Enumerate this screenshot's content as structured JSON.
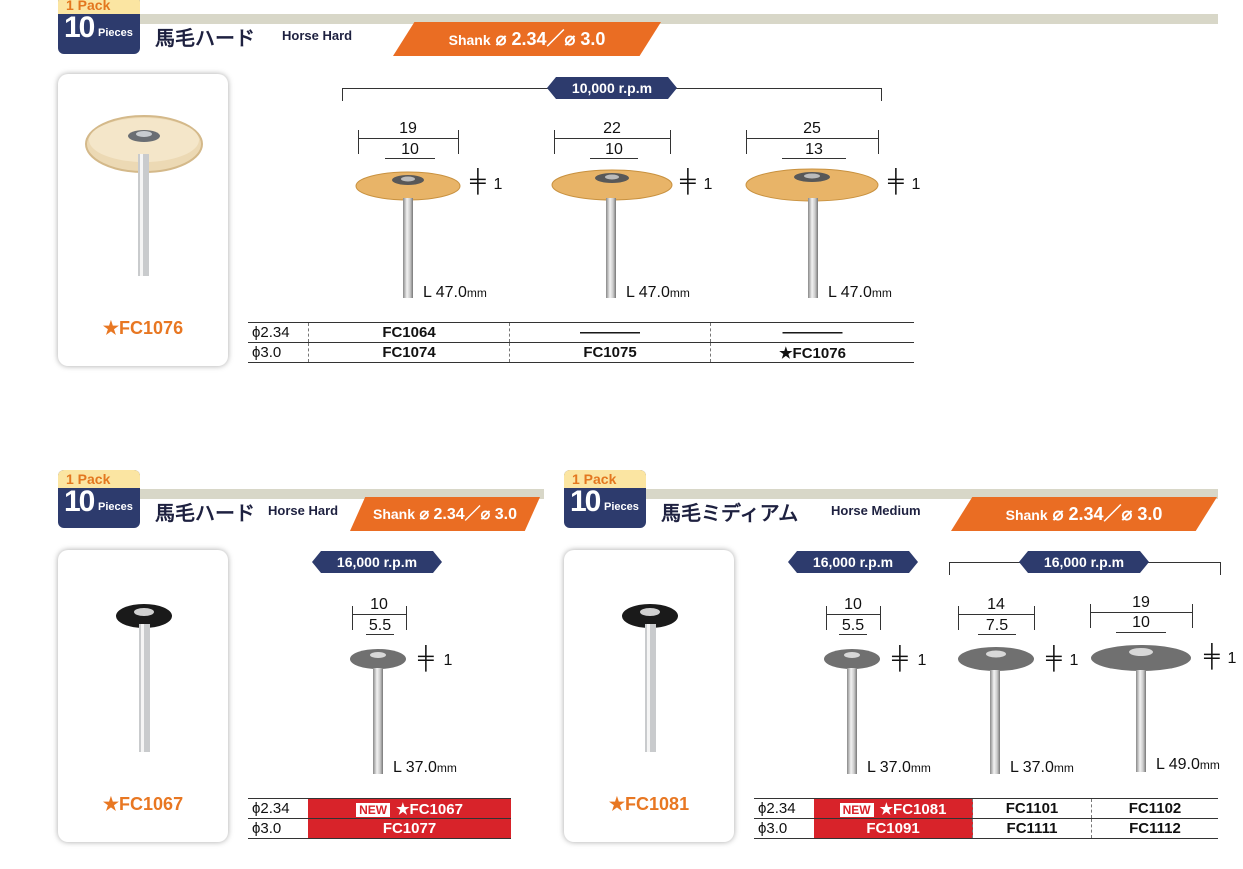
{
  "sections": [
    {
      "pack": {
        "top": "1 Pack",
        "num": "10",
        "unit": "Pieces"
      },
      "title_jp": "馬毛ハード",
      "title_en": "Horse Hard",
      "shank": {
        "prefix": "Shank",
        "values": "⌀ 2.34／⌀ 3.0"
      },
      "card_code": "★FC1076",
      "rpm": "10,000 r.p.m",
      "brushes": [
        {
          "outer": "19",
          "inner": "10",
          "thick": "1",
          "length": "L 47.0",
          "unit": "mm"
        },
        {
          "outer": "22",
          "inner": "10",
          "thick": "1",
          "length": "L 47.0",
          "unit": "mm"
        },
        {
          "outer": "25",
          "inner": "13",
          "thick": "1",
          "length": "L 47.0",
          "unit": "mm"
        }
      ],
      "table": {
        "rows": [
          {
            "label": "ϕ2.34",
            "cells": [
              "FC1064",
              "————",
              "————"
            ]
          },
          {
            "label": "ϕ3.0",
            "cells": [
              "FC1074",
              "FC1075",
              "★FC1076"
            ]
          }
        ]
      }
    },
    {
      "pack": {
        "top": "1 Pack",
        "num": "10",
        "unit": "Pieces"
      },
      "title_jp": "馬毛ハード",
      "title_en": "Horse Hard",
      "shank": {
        "prefix": "Shank",
        "values": "⌀ 2.34／⌀ 3.0"
      },
      "card_code": "★FC1067",
      "rpm": "16,000 r.p.m",
      "brushes": [
        {
          "outer": "10",
          "inner": "5.5",
          "thick": "1",
          "length": "L 37.0",
          "unit": "mm"
        }
      ],
      "table": {
        "new_tag": "NEW",
        "rows": [
          {
            "label": "ϕ2.34",
            "cells": [
              "★FC1067"
            ]
          },
          {
            "label": "ϕ3.0",
            "cells": [
              "FC1077"
            ]
          }
        ]
      }
    },
    {
      "pack": {
        "top": "1 Pack",
        "num": "10",
        "unit": "Pieces"
      },
      "title_jp": "馬毛ミディアム",
      "title_en": "Horse Medium",
      "shank": {
        "prefix": "Shank",
        "values": "⌀ 2.34／⌀ 3.0"
      },
      "card_code": "★FC1081",
      "rpm_a": "16,000 r.p.m",
      "rpm_b": "16,000 r.p.m",
      "brushes": [
        {
          "outer": "10",
          "inner": "5.5",
          "thick": "1",
          "length": "L 37.0",
          "unit": "mm"
        },
        {
          "outer": "14",
          "inner": "7.5",
          "thick": "1",
          "length": "L 37.0",
          "unit": "mm"
        },
        {
          "outer": "19",
          "inner": "10",
          "thick": "1",
          "length": "L 49.0",
          "unit": "mm"
        }
      ],
      "table": {
        "new_tag": "NEW",
        "rows": [
          {
            "label": "ϕ2.34",
            "cells": [
              "★FC1081",
              "FC1101",
              "FC1102"
            ]
          },
          {
            "label": "ϕ3.0",
            "cells": [
              "FC1091",
              "FC1111",
              "FC1112"
            ]
          }
        ]
      }
    }
  ],
  "colors": {
    "navy": "#2d3b6d",
    "orange": "#ea6d23",
    "red": "#d8232a",
    "cream": "#fbe5a2"
  }
}
